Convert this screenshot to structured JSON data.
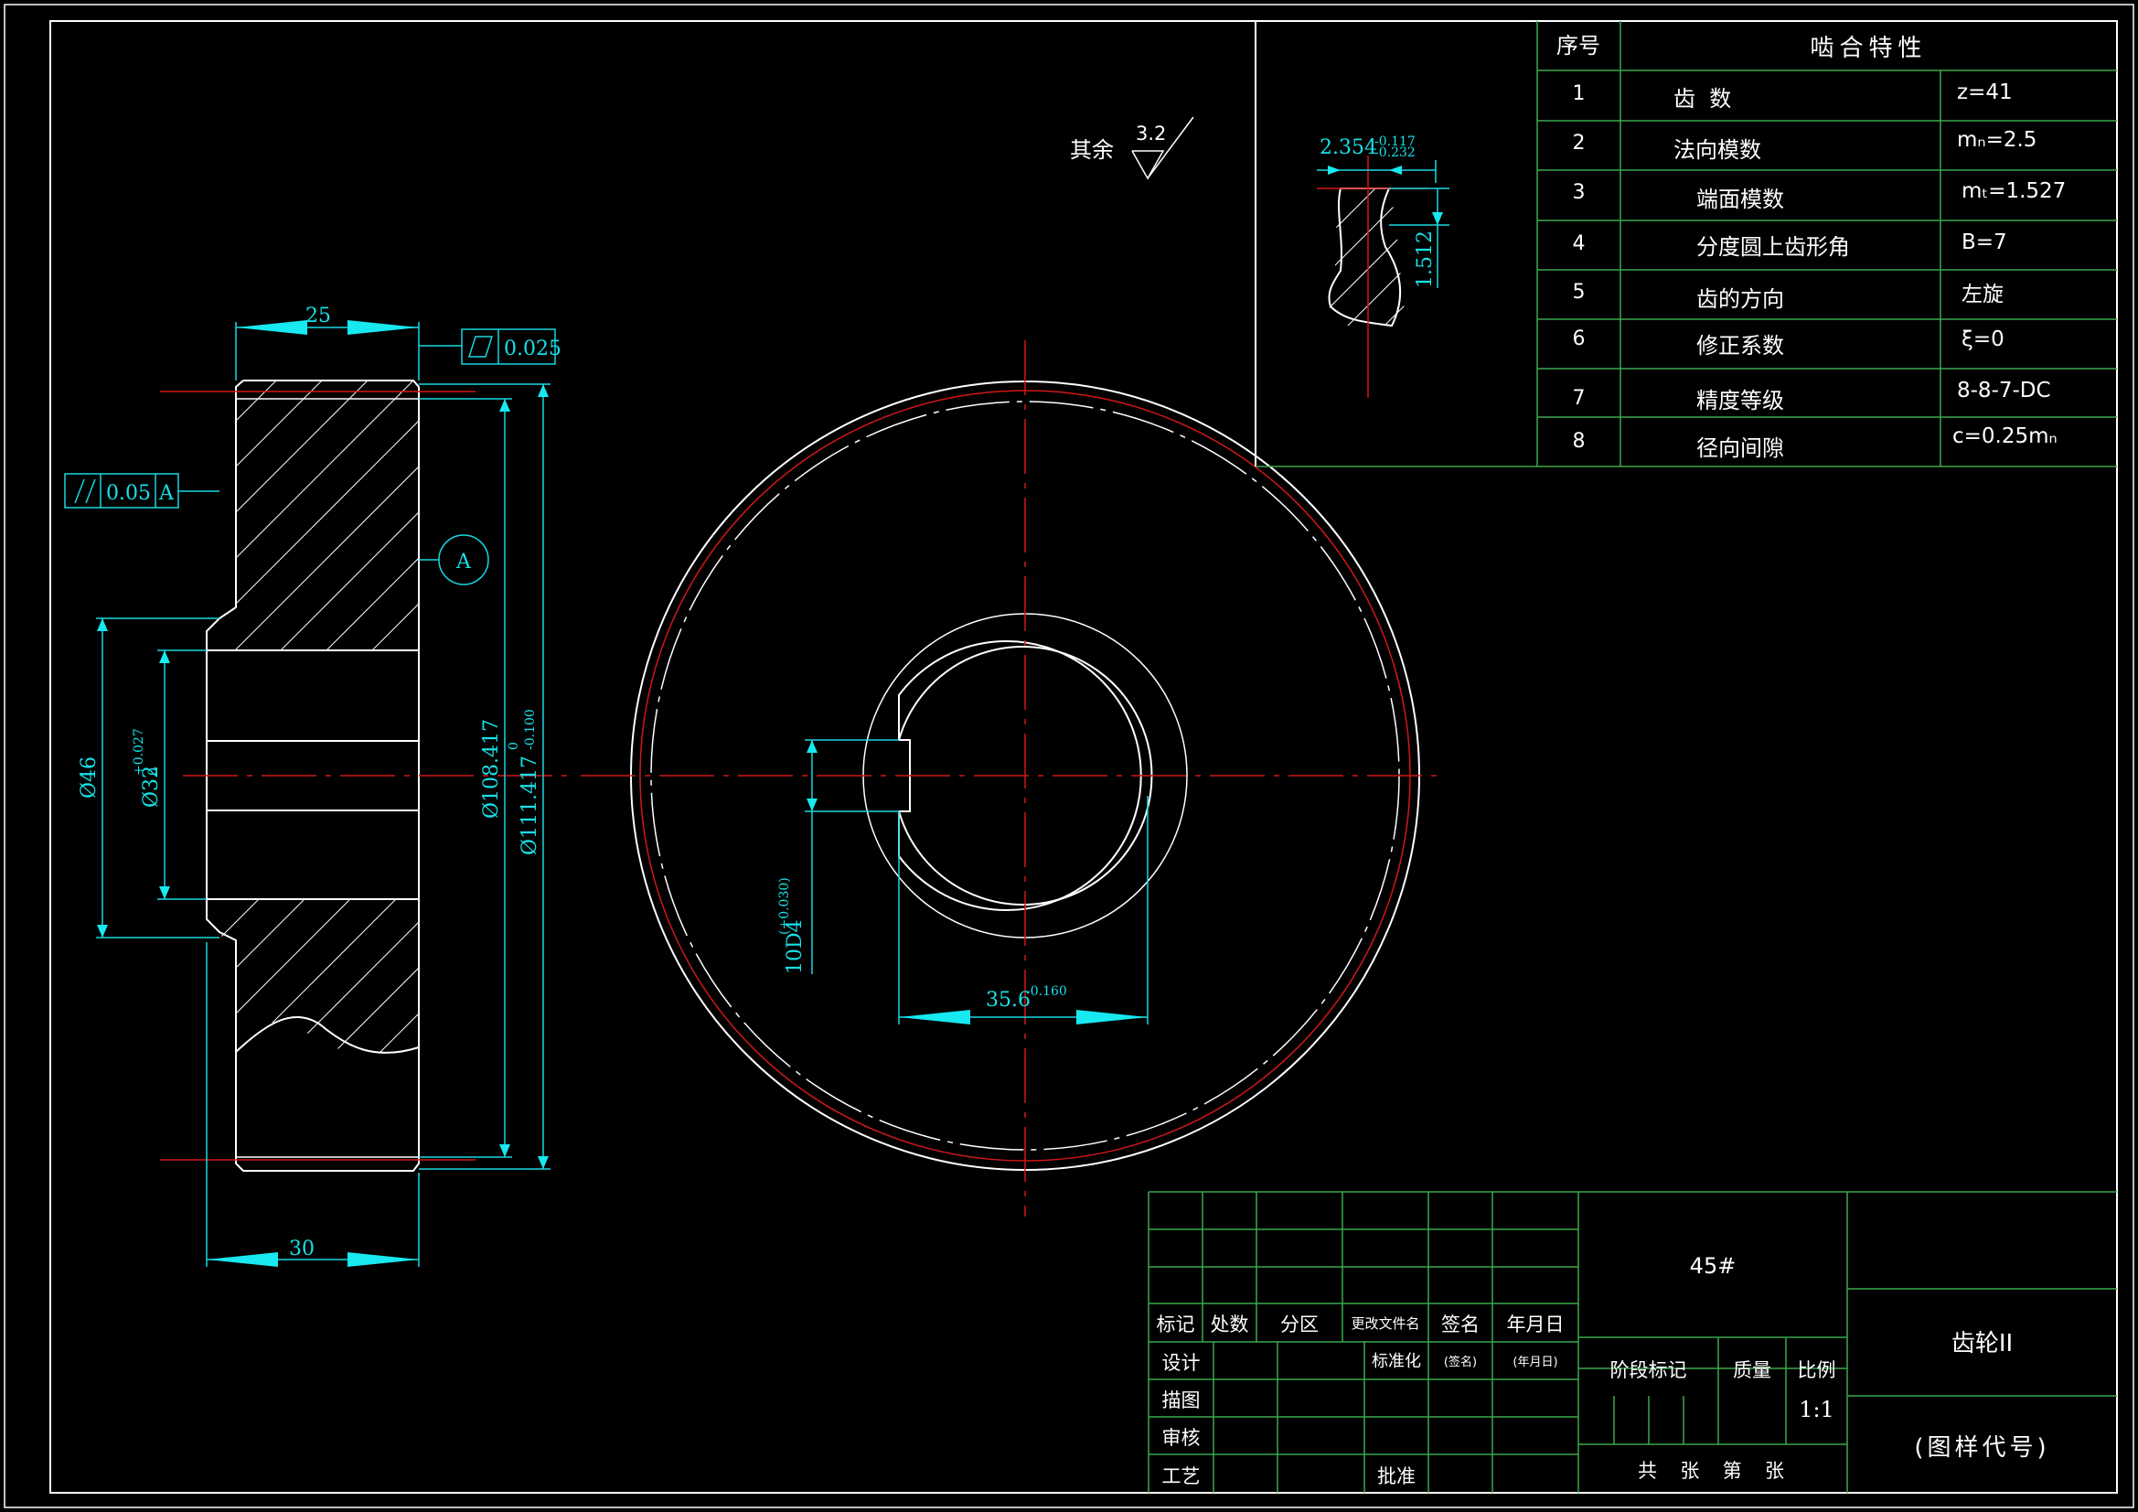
{
  "header": {
    "roughness_prefix": "其余",
    "roughness_value": "3.2"
  },
  "dimensions": {
    "width_top": "25",
    "width_bottom": "30",
    "flatness_value": "0.025",
    "parallel_value": "0.05",
    "parallel_datum": "A",
    "datum_label": "A",
    "hub_dia": "Ø46",
    "bore_dia": "Ø32",
    "bore_tol_upper": "+0.027",
    "bore_tol_lower": "0",
    "root_dia": "Ø108.417",
    "tip_dia": "Ø111.417",
    "tip_tol_upper": "0",
    "tip_tol_lower": "-0.100",
    "keyway_width": "10D4",
    "keyway_tol": "(+0.030)",
    "keyway_depth": "35.6",
    "keyway_depth_tol": "-0.160",
    "tooth_thickness": "2.354",
    "tooth_tol_upper": "-0.117",
    "tooth_tol_lower": "-0.232",
    "tooth_height": "1.512"
  },
  "mesh_table": {
    "header_no": "序号",
    "header_title": "啮合特性",
    "rows": [
      {
        "no": "1",
        "name": "齿  数",
        "value": "z=41"
      },
      {
        "no": "2",
        "name": "法向模数",
        "value": "mₙ=2.5"
      },
      {
        "no": "3",
        "name": "端面模数",
        "value": "mₜ=1.527"
      },
      {
        "no": "4",
        "name": "分度圆上齿形角",
        "value": "B=7"
      },
      {
        "no": "5",
        "name": "齿的方向",
        "value": "左旋"
      },
      {
        "no": "6",
        "name": "修正系数",
        "value": "ξ=0"
      },
      {
        "no": "7",
        "name": "精度等级",
        "value": "8-8-7-DC"
      },
      {
        "no": "8",
        "name": "径向间隙",
        "value": "c=0.25mₙ"
      }
    ]
  },
  "title_block": {
    "material": "45#",
    "part_name": "齿轮II",
    "drawing_code": "(图样代号)",
    "col_mark": "标记",
    "col_count": "处数",
    "col_zone": "分区",
    "col_doc": "更改文件名",
    "col_sign": "签名",
    "col_date": "年月日",
    "row_design": "设计",
    "row_draw": "描图",
    "row_review": "审核",
    "row_process": "工艺",
    "std_label": "标准化",
    "sign_paren": "(签名)",
    "date_paren": "(年月日)",
    "approve": "批准",
    "stage_mark": "阶段标记",
    "mass": "质量",
    "scale_label": "比例",
    "scale_value": "1:1",
    "sheets": "共  张  第  张"
  },
  "colors": {
    "background": "#000000",
    "outline": "#ffffff",
    "centerline": "#d01818",
    "dimension": "#18d8e0",
    "table_lines": "#3aa84a"
  }
}
